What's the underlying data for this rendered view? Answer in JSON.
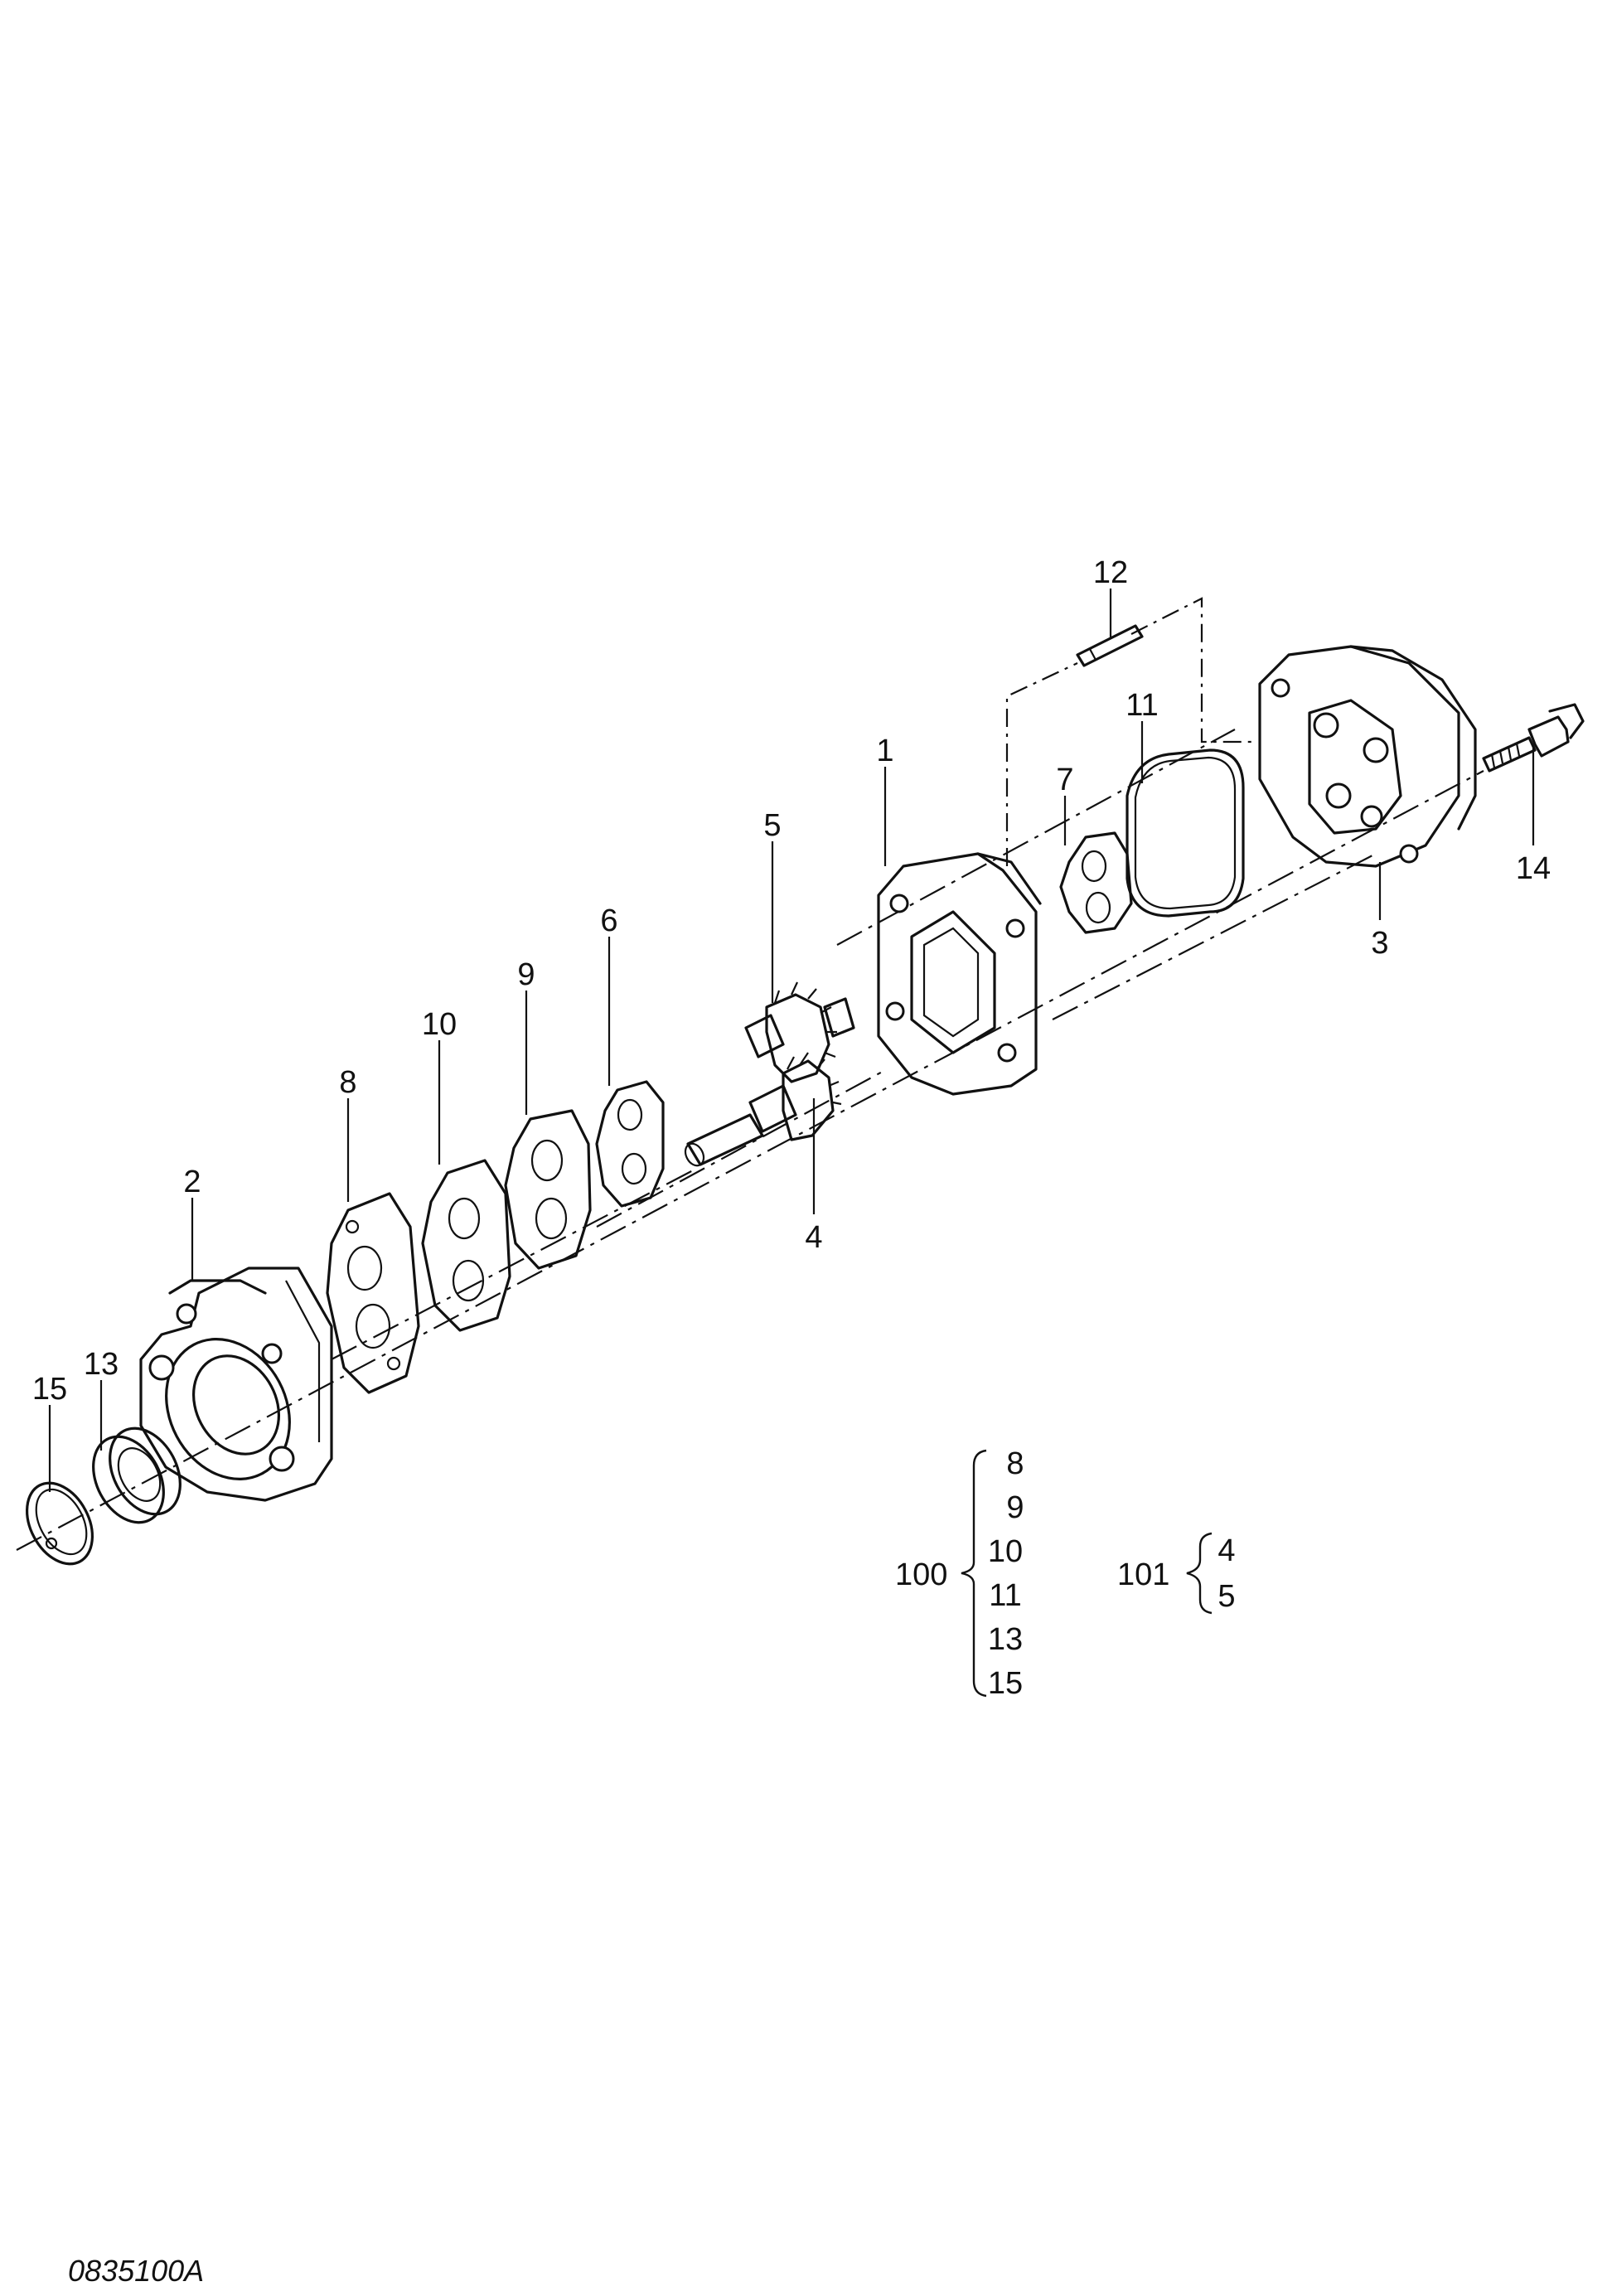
{
  "drawing_number": "0835100A",
  "part_callouts": [
    "1",
    "2",
    "3",
    "4",
    "5",
    "6",
    "7",
    "8",
    "9",
    "10",
    "11",
    "12",
    "13",
    "14",
    "15"
  ],
  "kits": [
    {
      "id": "100",
      "items": [
        "8",
        "9",
        "10",
        "11",
        "13",
        "15"
      ]
    },
    {
      "id": "101",
      "items": [
        "4",
        "5"
      ]
    }
  ]
}
